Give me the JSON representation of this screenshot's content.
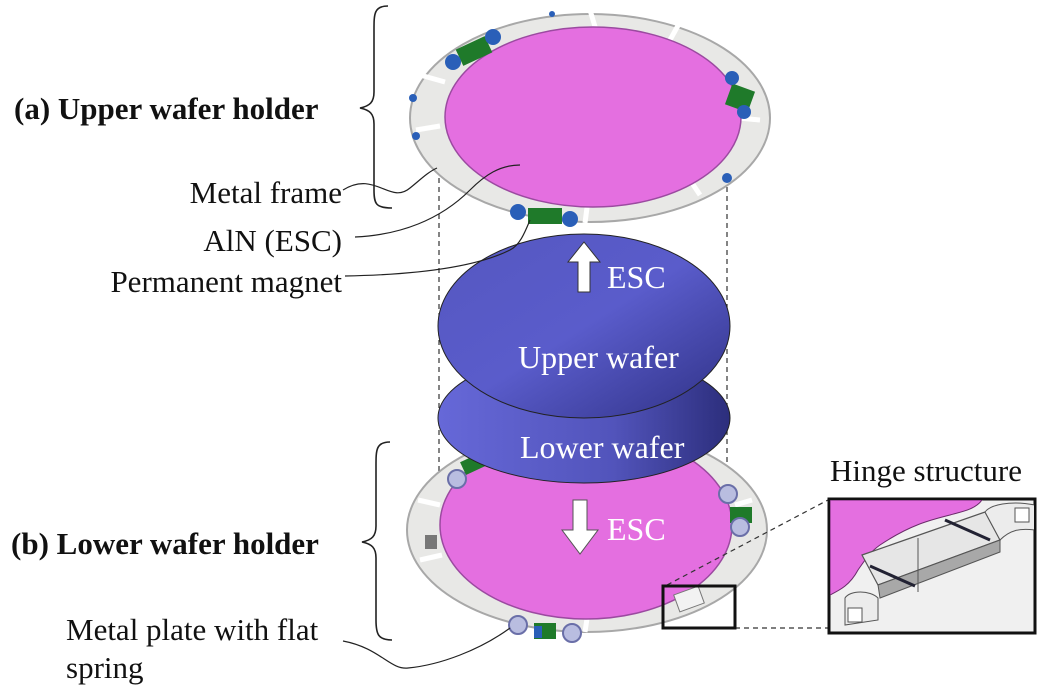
{
  "labels": {
    "upper_holder": "(a) Upper wafer holder",
    "lower_holder": "(b) Lower wafer holder",
    "metal_frame": "Metal frame",
    "aln_esc": "AlN (ESC)",
    "permanent_magnet": "Permanent magnet",
    "metal_plate_line1": "Metal plate with flat",
    "metal_plate_line2": "spring",
    "hinge_structure": "Hinge structure",
    "esc_up": "ESC",
    "esc_down": "ESC",
    "upper_wafer": "Upper wafer",
    "lower_wafer": "Lower wafer"
  },
  "colors": {
    "esc_surface": "#e46fe0",
    "metal_frame": "#e8e8e6",
    "wafer": "#5a5cc8",
    "wafer_dark": "#3b3d96",
    "magnet_green": "#1f7a2a",
    "magnet_blue": "#2a5fb8",
    "spring_washer": "#b9bde0"
  }
}
